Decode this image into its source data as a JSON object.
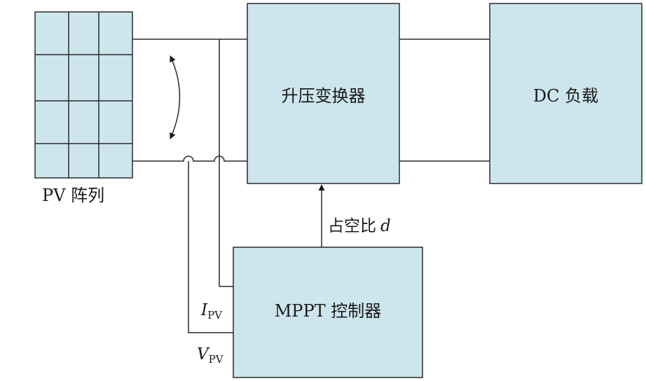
{
  "colors": {
    "block_fill": "#cde6ee",
    "stroke": "#2a2a2a",
    "background": "#ffffff"
  },
  "pv_array": {
    "label": "PV 阵列",
    "rows": 4,
    "cols": 3
  },
  "boost_converter": {
    "label": "升压变换器"
  },
  "dc_load": {
    "label": "DC 负载"
  },
  "mppt_controller": {
    "label": "MPPT 控制器"
  },
  "duty_cycle": {
    "text": "占空比",
    "symbol": "d"
  },
  "current_signal": {
    "symbol": "I",
    "subscript": "PV"
  },
  "voltage_signal": {
    "symbol": "V",
    "subscript": "PV"
  },
  "irradiance_arrow_icon": "curved-double-arrow-icon"
}
